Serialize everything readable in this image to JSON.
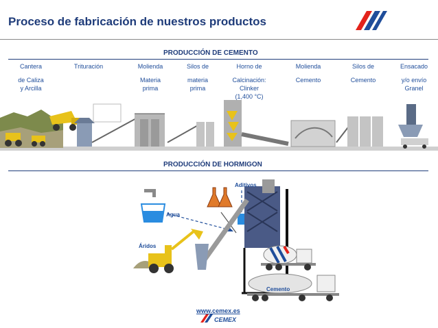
{
  "title": "Proceso de fabricación de nuestros productos",
  "cement_section": {
    "heading": "PRODUCCIÓN DE CEMENTO",
    "steps": [
      {
        "line1": "Cantera",
        "line2": "de Caliza",
        "line3": "y Arcilla",
        "line4": ""
      },
      {
        "line1": "Trituración",
        "line2": "",
        "line3": "",
        "line4": ""
      },
      {
        "line1": "Molienda",
        "line2": "Materia",
        "line3": "prima",
        "line4": ""
      },
      {
        "line1": "Silos de",
        "line2": "materia",
        "line3": "prima",
        "line4": ""
      },
      {
        "line1": "Horno de",
        "line2": "Calcinación:",
        "line3": "Clinker",
        "line4": "(1,400 °C)"
      },
      {
        "line1": "Molienda",
        "line2": "Cemento",
        "line3": "",
        "line4": ""
      },
      {
        "line1": "Silos de",
        "line2": "Cemento",
        "line3": "",
        "line4": ""
      },
      {
        "line1": "Ensacado",
        "line2": "y/o envío",
        "line3": "Granel",
        "line4": ""
      }
    ]
  },
  "concrete_section": {
    "heading": "PRODUCCIÓN DE HORMIGON",
    "labels": {
      "aditivos": "Aditivos",
      "agua": "Agua",
      "aridos": "Áridos",
      "cemento": "Cemento"
    }
  },
  "footer": {
    "url": "www.cemex.es",
    "brand": "CEMEX"
  },
  "colors": {
    "heading_blue": "#1f3c7a",
    "brand_red": "#e3231b",
    "brand_blue": "#1f4d9a",
    "machinery_yellow": "#e8c21a",
    "plant_gray": "#9a9a9a",
    "water_blue": "#2a8ce0"
  }
}
